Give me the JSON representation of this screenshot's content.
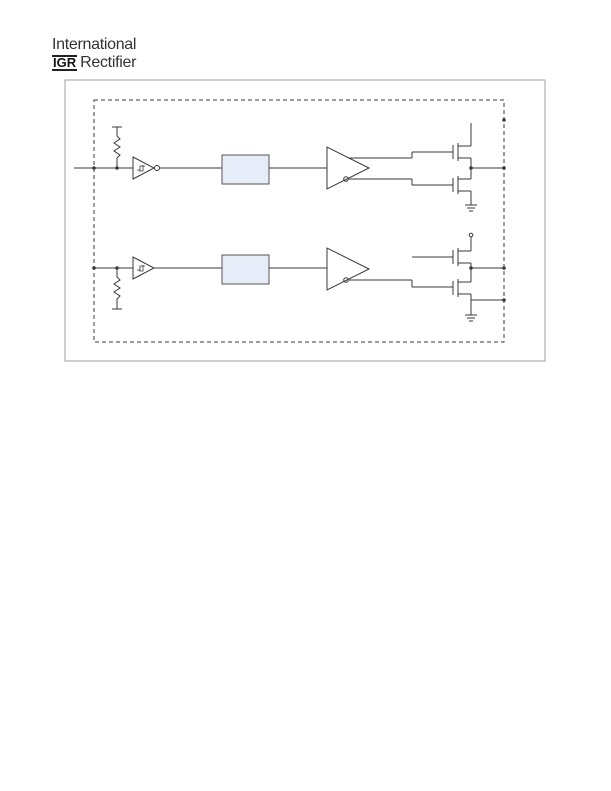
{
  "header": {
    "brand_line1": "International",
    "brand_mark": "IGR",
    "brand_line2": "Rectifier"
  },
  "diagram": {
    "schmitt_symbol": "Σ"
  },
  "colors": {
    "line": "#3a3a3a",
    "block_fill": "#e6ecf8",
    "frame": "#8a8a8a"
  }
}
